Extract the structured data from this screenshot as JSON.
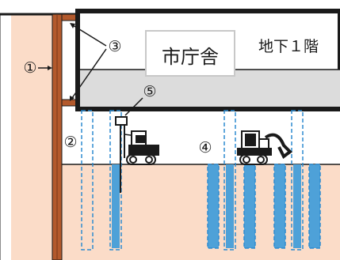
{
  "building": {
    "name": "市庁舎",
    "floor_label": "地下１階"
  },
  "callouts": [
    {
      "id": "1",
      "label": "①"
    },
    {
      "id": "2",
      "label": "②"
    },
    {
      "id": "3",
      "label": "③"
    },
    {
      "id": "4",
      "label": "④"
    },
    {
      "id": "5",
      "label": "⑤"
    }
  ],
  "colors": {
    "soil": "#fbdcc8",
    "wall": "#b3592c",
    "wall_dark": "#7a3818",
    "slab": "#dcdcdc",
    "pile": "#4ea1d8",
    "dashed": "#2e8bd0",
    "machine": "#1a1a1a"
  }
}
